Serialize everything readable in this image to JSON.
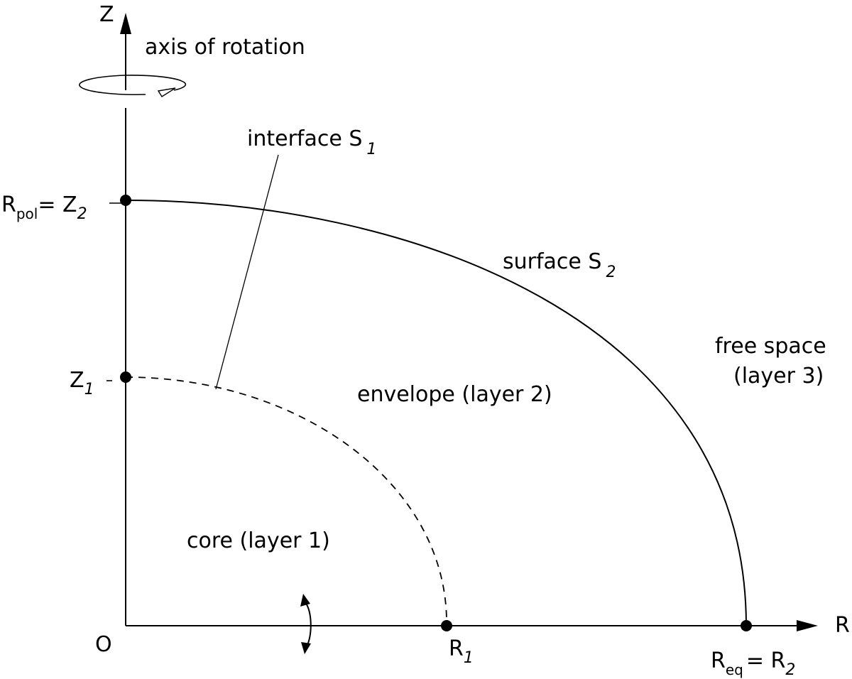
{
  "colors": {
    "ink": "#000000",
    "background": "#ffffff"
  },
  "labels": {
    "z_axis": "Z",
    "r_axis": "R",
    "origin": "O",
    "axis_of_rotation": "axis of rotation",
    "interface": {
      "text": "interface S",
      "sub": "1"
    },
    "surface": {
      "text": "surface S",
      "sub": "2"
    },
    "free_space_line1": "free space",
    "free_space_line2": "(layer 3)",
    "envelope": "envelope (layer 2)",
    "core": "core (layer 1)",
    "r_pol": {
      "main": "R",
      "sub": "pol",
      "eq": "= Z",
      "eq_sub": "2"
    },
    "z1": {
      "main": "Z",
      "sub": "1"
    },
    "r1": {
      "main": "R",
      "sub": "1"
    },
    "r_eq": {
      "main": "R",
      "sub": "eq",
      "eq": "= R",
      "eq_sub": "2"
    }
  }
}
